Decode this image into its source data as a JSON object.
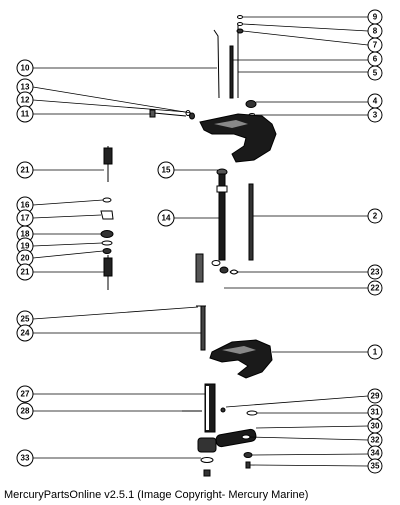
{
  "caption": "MercuryPartsOnline v2.5.1 (Image Copyright- Mercury Marine)",
  "callouts": [
    {
      "id": "c9",
      "label": "9"
    },
    {
      "id": "c8",
      "label": "8"
    },
    {
      "id": "c7",
      "label": "7"
    },
    {
      "id": "c10",
      "label": "10"
    },
    {
      "id": "c6",
      "label": "6"
    },
    {
      "id": "c5",
      "label": "5"
    },
    {
      "id": "c13",
      "label": "13"
    },
    {
      "id": "c12",
      "label": "12"
    },
    {
      "id": "c4",
      "label": "4"
    },
    {
      "id": "c11",
      "label": "11"
    },
    {
      "id": "c3",
      "label": "3"
    },
    {
      "id": "c21a",
      "label": "21"
    },
    {
      "id": "c15",
      "label": "15"
    },
    {
      "id": "c16",
      "label": "16"
    },
    {
      "id": "c17",
      "label": "17"
    },
    {
      "id": "c14",
      "label": "14"
    },
    {
      "id": "c2",
      "label": "2"
    },
    {
      "id": "c18",
      "label": "18"
    },
    {
      "id": "c19",
      "label": "19"
    },
    {
      "id": "c20",
      "label": "20"
    },
    {
      "id": "c21b",
      "label": "21"
    },
    {
      "id": "c23",
      "label": "23"
    },
    {
      "id": "c22",
      "label": "22"
    },
    {
      "id": "c25",
      "label": "25"
    },
    {
      "id": "c24",
      "label": "24"
    },
    {
      "id": "c1",
      "label": "1"
    },
    {
      "id": "c27",
      "label": "27"
    },
    {
      "id": "c29",
      "label": "29"
    },
    {
      "id": "c28",
      "label": "28"
    },
    {
      "id": "c31",
      "label": "31"
    },
    {
      "id": "c30",
      "label": "30"
    },
    {
      "id": "c32",
      "label": "32"
    },
    {
      "id": "c33",
      "label": "33"
    },
    {
      "id": "c34",
      "label": "34"
    },
    {
      "id": "c35",
      "label": "35"
    }
  ]
}
